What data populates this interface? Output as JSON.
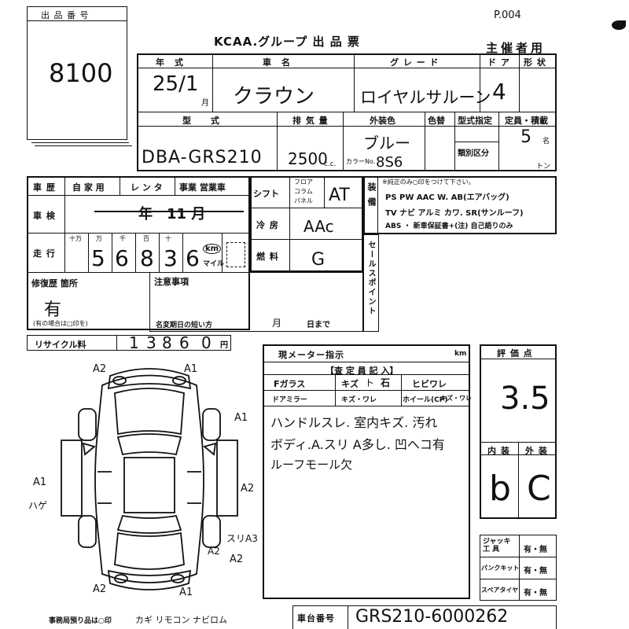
{
  "header": {
    "page_ref": "P.004",
    "title": "KCAA.グループ 出 品 票",
    "host": "主催者用"
  },
  "lot": {
    "label": "出 品 番 号",
    "number": "8100"
  },
  "row1": {
    "year_label": "年　式",
    "model_label": "車　名",
    "grade_label": "グ レ ー ド",
    "door_label": "ド ア",
    "shape_label": "形 状",
    "year_value": "25/1",
    "year_unit": "月",
    "model_value": "クラウン",
    "grade_value": "ロイヤルサルーン",
    "door_value": "4"
  },
  "row2": {
    "type_label": "型　　式",
    "displacement_label": "排 気 量",
    "color_label": "外装色",
    "color_change_label": "色替",
    "type_cert_label": "型式指定",
    "capacity_label": "定員・積載",
    "type_value": "DBA-GRS210",
    "displacement_value": "2500",
    "displacement_unit": "c.c.",
    "color_value": "ブルー",
    "color_no_label": "カラーNo.",
    "color_no_value": "8S6",
    "category_label": "類別区分",
    "capacity_value": "5",
    "capacity_unit": "名",
    "ton_unit": "トン"
  },
  "history": {
    "label": "車 歴",
    "opt1": "自 家 用",
    "opt2": "レ ン タ",
    "opt3": "事業 営業車",
    "inspection_label": "車 検",
    "inspection_value": "年　11 月",
    "mileage_label": "走 行",
    "digit_labels": [
      "十万",
      "万",
      "千",
      "百",
      "十"
    ],
    "mileage_digits": [
      "5",
      "6",
      "8",
      "3",
      "6"
    ],
    "km_label": "km",
    "mile_label": "マイル",
    "repair_label": "修復歴 箇所",
    "repair_value": "有",
    "repair_note": "(有の場合は□印を)"
  },
  "drive": {
    "shift_label": "シフト",
    "shift_opts": [
      "フロア",
      "コラム",
      "パネル"
    ],
    "shift_value": "AT",
    "ac_label": "冷 房",
    "ac_value": "AAc",
    "fuel_label": "燃 料",
    "fuel_value": "G"
  },
  "equipment": {
    "label": "装 備",
    "note": "※純正のみ○印をつけて下さい。",
    "line1": "PS PW AAC W. AB(エアバッグ)",
    "line2": "TV ナビ アルミ カワ. SR(サンルーフ)",
    "line3": "ABS ・ 新車保証書+(注) 自己語りのみ"
  },
  "sale_point_label": "セールスポイント",
  "notes": {
    "label": "注意事項",
    "expiry_label": "名変期日の短い方",
    "expiry_month": "月",
    "expiry_day": "日まで"
  },
  "recycle": {
    "label": "リサイクル料",
    "digits": [
      "1",
      "3",
      "8",
      "6",
      "0"
    ],
    "unit": "円"
  },
  "meter": {
    "label": "現メーター指示",
    "unit": "km",
    "inspector_label": "【査 定 員 記 入】",
    "glass_label": "Fガラス",
    "glass_value": "キズ",
    "glass_mid": "ト",
    "glass_mid2": "石",
    "glass_crack": "ヒビワレ",
    "mirror_label": "ドアミラー",
    "mirror_opts": "キズ・ワレ",
    "wheel_label": "ホイール(CP)",
    "wheel_opts": "キズ・ワレ",
    "remark1": "ハンドルスレ. 室内キズ. 汚れ",
    "remark2": "ボディ.A.スリ A多し. 凹ヘコ有",
    "remark3": "ルーフモール欠"
  },
  "score": {
    "label": "評 価 点",
    "value": "3.5",
    "interior_label": "内 装",
    "exterior_label": "外 装",
    "interior_value": "b",
    "exterior_value": "C"
  },
  "tools": {
    "jack_label": "ジャッキ工 具",
    "jack_opts": "有・無",
    "punk_label": "パンクキット",
    "punk_opts": "有・無",
    "spare_label": "スペアタイヤ",
    "spare_opts": "有・無"
  },
  "diagram": {
    "marks": [
      "A2",
      "A1",
      "A1",
      "A2",
      "A1",
      "ハゲ",
      "A2",
      "スリA3",
      "A2",
      "A2",
      "A1"
    ]
  },
  "bottom": {
    "items_note": "事務局預り品は○印",
    "items": "カギ リモコン ナビロム",
    "chassis_label": "車台番号",
    "chassis_value": "GRS210-6000262"
  }
}
